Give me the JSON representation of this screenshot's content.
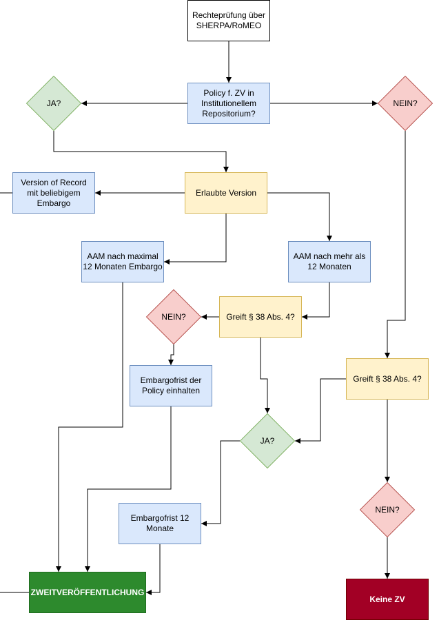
{
  "colors": {
    "white_fill": "#ffffff",
    "white_stroke": "#000000",
    "blue_fill": "#dae8fc",
    "blue_stroke": "#6c8ebf",
    "yellow_fill": "#fff2cc",
    "yellow_stroke": "#d6b656",
    "green_fill": "#d5e8d4",
    "green_stroke": "#82b366",
    "red_fill": "#f8cecc",
    "red_stroke": "#b85450",
    "darkgreen_fill": "#2d8a2d",
    "darkgreen_stroke": "#1e6b1e",
    "darkred_fill": "#a20025",
    "darkred_stroke": "#6f0000"
  },
  "nodes": {
    "start": "Rechteprüfung über\nSHERPA/RoMEO",
    "policy": "Policy f. ZV in\nInstitutionellem\nRepositorium?",
    "ja_top": "JA?",
    "nein_top": "NEIN?",
    "erlaubte": "Erlaubte Version",
    "vor": "Version of Record\nmit beliebigem\nEmbargo",
    "aam12": "AAM nach maximal\n12 Monaten Embargo",
    "aam_more": "AAM nach mehr als\n12 Monaten",
    "greift_mid": "Greift § 38 Abs. 4?",
    "nein_mid": "NEIN?",
    "embargo_policy": "Embargofrist der\nPolicy einhalten",
    "greift_right": "Greift § 38 Abs. 4?",
    "ja_mid": "JA?",
    "embargo12": "Embargofrist 12\nMonate",
    "nein_bottom": "NEIN?",
    "zv": "ZWEITVERÖFFENTLICHUNG",
    "keine": "Keine ZV"
  }
}
